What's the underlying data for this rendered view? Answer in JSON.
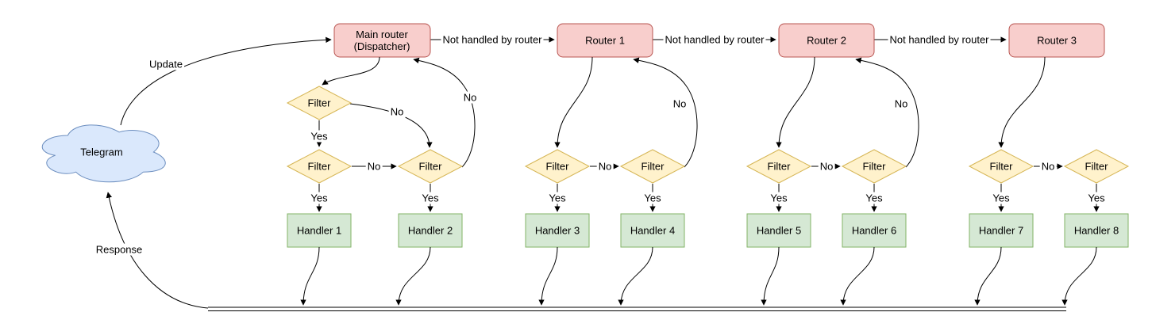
{
  "colors": {
    "router-fill": "#f8cecc",
    "router-stroke": "#b85450",
    "filter-fill": "#fff2cc",
    "filter-stroke": "#d6b656",
    "handler-fill": "#d5e8d4",
    "handler-stroke": "#82b366",
    "cloud-fill": "#dae8fc",
    "cloud-stroke": "#6c8ebf",
    "line": "#000000",
    "text": "#000000"
  },
  "nodes": {
    "telegram": "Telegram",
    "dispatcher_line1": "Main router",
    "dispatcher_line2": "(Dispatcher)",
    "routers": [
      "Router 1",
      "Router 2",
      "Router 3"
    ],
    "filter": "Filter",
    "handlers": [
      "Handler 1",
      "Handler 2",
      "Handler 3",
      "Handler 4",
      "Handler 5",
      "Handler 6",
      "Handler 7",
      "Handler 8"
    ]
  },
  "edge_labels": {
    "update": "Update",
    "response": "Response",
    "not_handled": "Not handled by router",
    "yes": "Yes",
    "no": "No"
  }
}
